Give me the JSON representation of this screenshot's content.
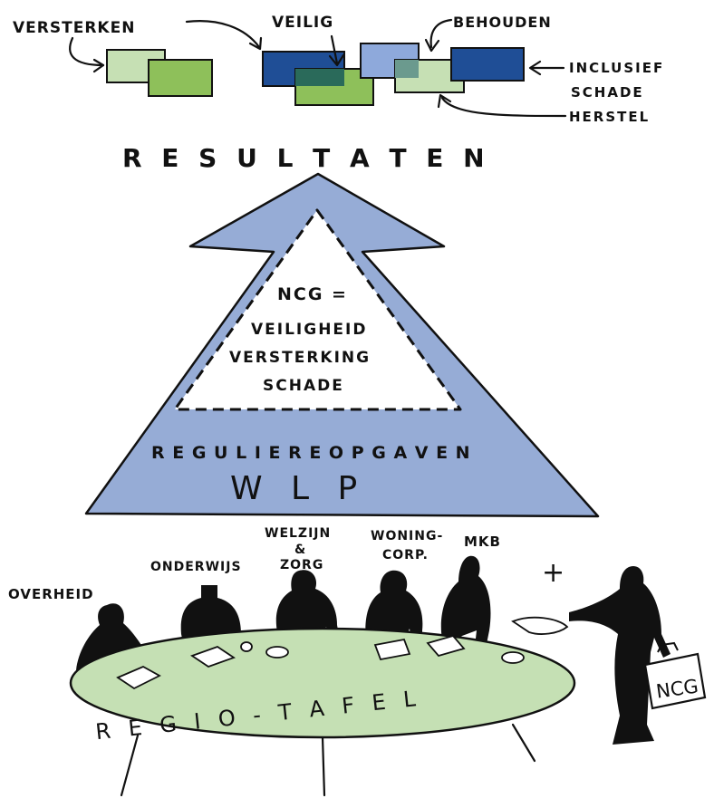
{
  "top_labels": {
    "versterken": "VERSTERKEN",
    "veilig": "VEILIG",
    "behouden": "BEHOUDEN",
    "inclusief_line1": "INCLUSIEF",
    "inclusief_line2": "SCHADE",
    "inclusief_line3": "HERSTEL"
  },
  "resultaten": "R E S U L T A T E N",
  "triangle": {
    "line1": "NCG =",
    "line2": "VEILIGHEID",
    "line3": "VERSTERKING",
    "line4": "SCHADE"
  },
  "base": {
    "reguliere": "R E G U L I E R E   O P G A V E N",
    "wlp": "W  L  P"
  },
  "stakeholders": {
    "overheid": "OVERHEID",
    "onderwijs": "ONDERWIJS",
    "welzijn_line1": "WELZIJN",
    "welzijn_amp": "&",
    "welzijn_line2": "ZORG",
    "woning_line1": "WONING-",
    "woning_line2": "CORP.",
    "mkb": "MKB",
    "plus": "+"
  },
  "table_label": "R  E  G  I  O  -  T  A  F  E  L",
  "briefcase_label": "NCG",
  "colors": {
    "light_green": "#c6e0b4",
    "mid_green": "#8ec05a",
    "dark_blue": "#1f4e96",
    "light_blue": "#8ea9db",
    "arrow_blue": "#96acd6",
    "table_green": "#c5e0b4",
    "teal_overlap": "#6b9a8e"
  }
}
